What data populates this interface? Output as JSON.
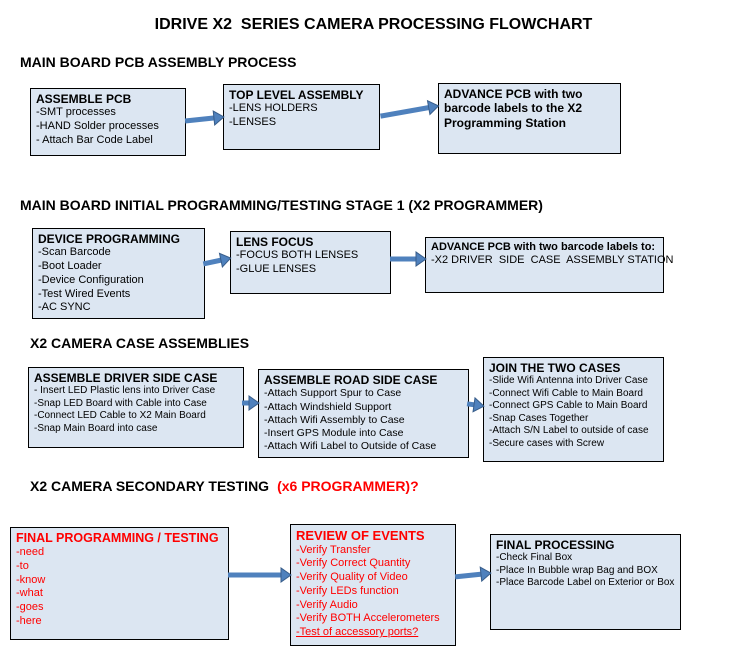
{
  "title": "IDRIVE X2  SERIES CAMERA PROCESSING FLOWCHART",
  "colors": {
    "background": "#ffffff",
    "text": "#000000",
    "red_text": "#ff0000",
    "box_fill": "#dce6f2",
    "box_border": "#000000",
    "arrow": "#4f81bd",
    "arrow_outline": "#385d8a"
  },
  "sections": [
    {
      "heading": "MAIN BOARD PCB ASSEMBLY PROCESS",
      "heading_red": "",
      "boxes": [
        {
          "title": "ASSEMBLE PCB",
          "red": false,
          "items": [
            "-SMT processes",
            "-HAND Solder processes",
            "- Attach Bar Code Label"
          ]
        },
        {
          "title": "TOP LEVEL ASSEMBLY",
          "red": false,
          "items": [
            "-LENS HOLDERS",
            "-LENSES"
          ]
        },
        {
          "title": "ADVANCE PCB with two barcode labels to the  X2 Programming Station",
          "red": false,
          "items": []
        }
      ]
    },
    {
      "heading": "MAIN BOARD INITIAL PROGRAMMING/TESTING STAGE 1 (X2 PROGRAMMER)",
      "heading_red": "",
      "boxes": [
        {
          "title": "DEVICE PROGRAMMING",
          "red": false,
          "items": [
            "-Scan Barcode",
            "-Boot Loader",
            "-Device Configuration",
            "-Test Wired Events",
            "-AC SYNC"
          ]
        },
        {
          "title": "LENS FOCUS",
          "red": false,
          "items": [
            "-FOCUS BOTH LENSES",
            "-GLUE LENSES"
          ]
        },
        {
          "title": "ADVANCE PCB with two barcode labels to:",
          "red": false,
          "items": [
            "-X2 DRIVER  SIDE  CASE  ASSEMBLY STATION"
          ]
        }
      ]
    },
    {
      "heading": "X2 CAMERA CASE ASSEMBLIES",
      "heading_red": "",
      "boxes": [
        {
          "title": "ASSEMBLE DRIVER SIDE CASE",
          "red": false,
          "items": [
            "- Insert LED Plastic lens into Driver Case",
            "-Snap LED Board with Cable into Case",
            "-Connect LED Cable to X2 Main Board",
            "-Snap Main Board into case"
          ]
        },
        {
          "title": "ASSEMBLE ROAD SIDE CASE",
          "red": false,
          "items": [
            "-Attach Support Spur to Case",
            "-Attach Windshield Support",
            "-Attach Wifi Assembly to Case",
            "-Insert GPS Module into Case",
            "-Attach Wifi Label to Outside of Case"
          ]
        },
        {
          "title": "JOIN THE TWO CASES",
          "red": false,
          "items": [
            "-Slide Wifi Antenna into Driver Case",
            "-Connect Wifi Cable to Main Board",
            "-Connect GPS Cable to Main Board",
            "-Snap Cases Together",
            "-Attach S/N Label to outside of case",
            "-Secure cases with Screw"
          ]
        }
      ]
    },
    {
      "heading": "X2 CAMERA SECONDARY TESTING",
      "heading_red": "(x6 PROGRAMMER)?",
      "boxes": [
        {
          "title": "FINAL PROGRAMMING / TESTING",
          "red": true,
          "items": [
            "-need",
            "-to",
            "-know",
            "-what",
            "-goes",
            "-here"
          ]
        },
        {
          "title": "REVIEW OF EVENTS",
          "red": true,
          "items": [
            "-Verify Transfer",
            "-Verify Correct Quantity",
            "-Verify Quality of Video",
            "-Verify LEDs function",
            "-Verify Audio",
            "-Verify BOTH Accelerometers",
            {
              "text": "-Test of accessory ports?",
              "underline": true
            }
          ]
        },
        {
          "title": "FINAL PROCESSING",
          "red": false,
          "items": [
            "-Check Final Box",
            "-Place In Bubble wrap Bag and BOX",
            "-Place Barcode Label on Exterior or Box"
          ]
        }
      ]
    }
  ]
}
